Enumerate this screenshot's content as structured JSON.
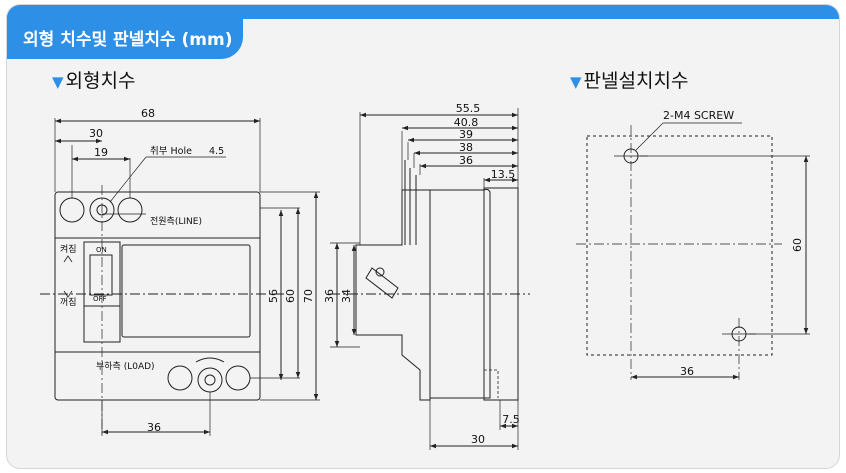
{
  "title": "외형 치수및 판넬치수 (mm)",
  "sections": {
    "outline": {
      "marker": "▼",
      "label": "외형치수"
    },
    "panel": {
      "marker": "▼",
      "label": "판넬설치치수"
    }
  },
  "front_view": {
    "dim_68": "68",
    "dim_30": "30",
    "dim_19": "19",
    "dim_36": "36",
    "dim_56": "56",
    "dim_60": "60",
    "dim_70": "70",
    "hole_label": "취부 Hole",
    "hole_size": "4.5",
    "line_side": "전원측(LINE)",
    "load_side": "부하측 (L0AD)",
    "on_label": "켜짐",
    "off_label": "꺼짐",
    "on_text": "ON",
    "off_text": "OFF"
  },
  "side_view": {
    "dim_55_5": "55.5",
    "dim_40_8": "40.8",
    "dim_39": "39",
    "dim_38": "38",
    "dim_36": "36",
    "dim_13_5": "13.5",
    "dim_36_v": "36",
    "dim_34": "34",
    "dim_7_5": "7.5",
    "dim_30": "30"
  },
  "panel_view": {
    "screw_label": "2-M4 SCREW",
    "dim_60": "60",
    "dim_36": "36"
  },
  "colors": {
    "accent": "#2d8fe6",
    "background": "#f3f3f3",
    "line": "#222222"
  }
}
